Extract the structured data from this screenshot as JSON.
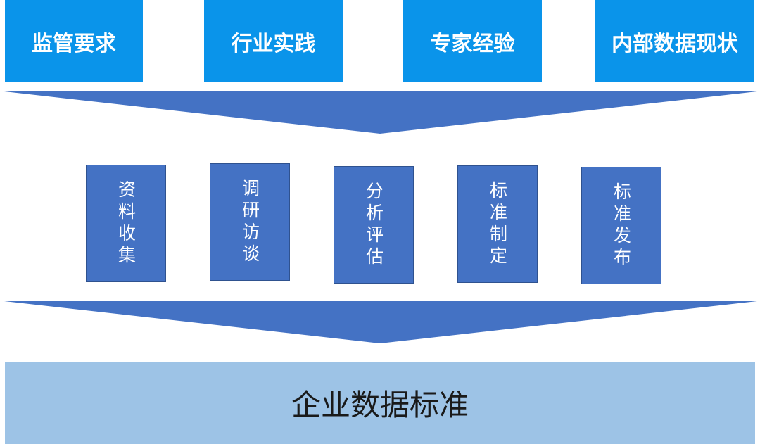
{
  "inputs": [
    "监管要求",
    "行业实践",
    "专家经验",
    "内部数据现状"
  ],
  "steps": [
    "资料收集",
    "调研访谈",
    "分析评估",
    "标准制定",
    "标准发布"
  ],
  "result": "企业数据标准",
  "colors": {
    "input_fill": "#0a94ea",
    "arrow_fill": "#4472c4",
    "step_fill": "#4472c4",
    "result_fill": "#9dc3e6"
  }
}
